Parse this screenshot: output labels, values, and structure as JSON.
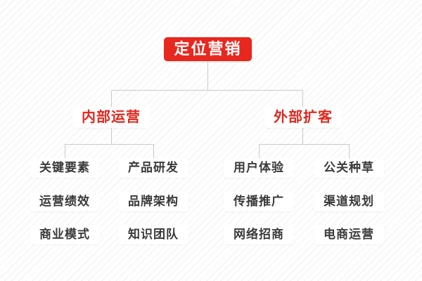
{
  "diagram": {
    "root_label": "定位营销",
    "branches": [
      {
        "label": "内部运营",
        "leaves": [
          "关键要素",
          "产品研发",
          "运营绩效",
          "品牌架构",
          "商业模式",
          "知识团队"
        ]
      },
      {
        "label": "外部扩客",
        "leaves": [
          "用户体验",
          "公关种草",
          "传播推广",
          "渠道规划",
          "网络招商",
          "电商运营"
        ]
      }
    ],
    "colors": {
      "root_bg": "#e8271e",
      "branch_text": "#e0281e",
      "leaf_text": "#3a3a3a",
      "node_bg": "#ffffff",
      "connector": "#c9c9c9"
    }
  }
}
